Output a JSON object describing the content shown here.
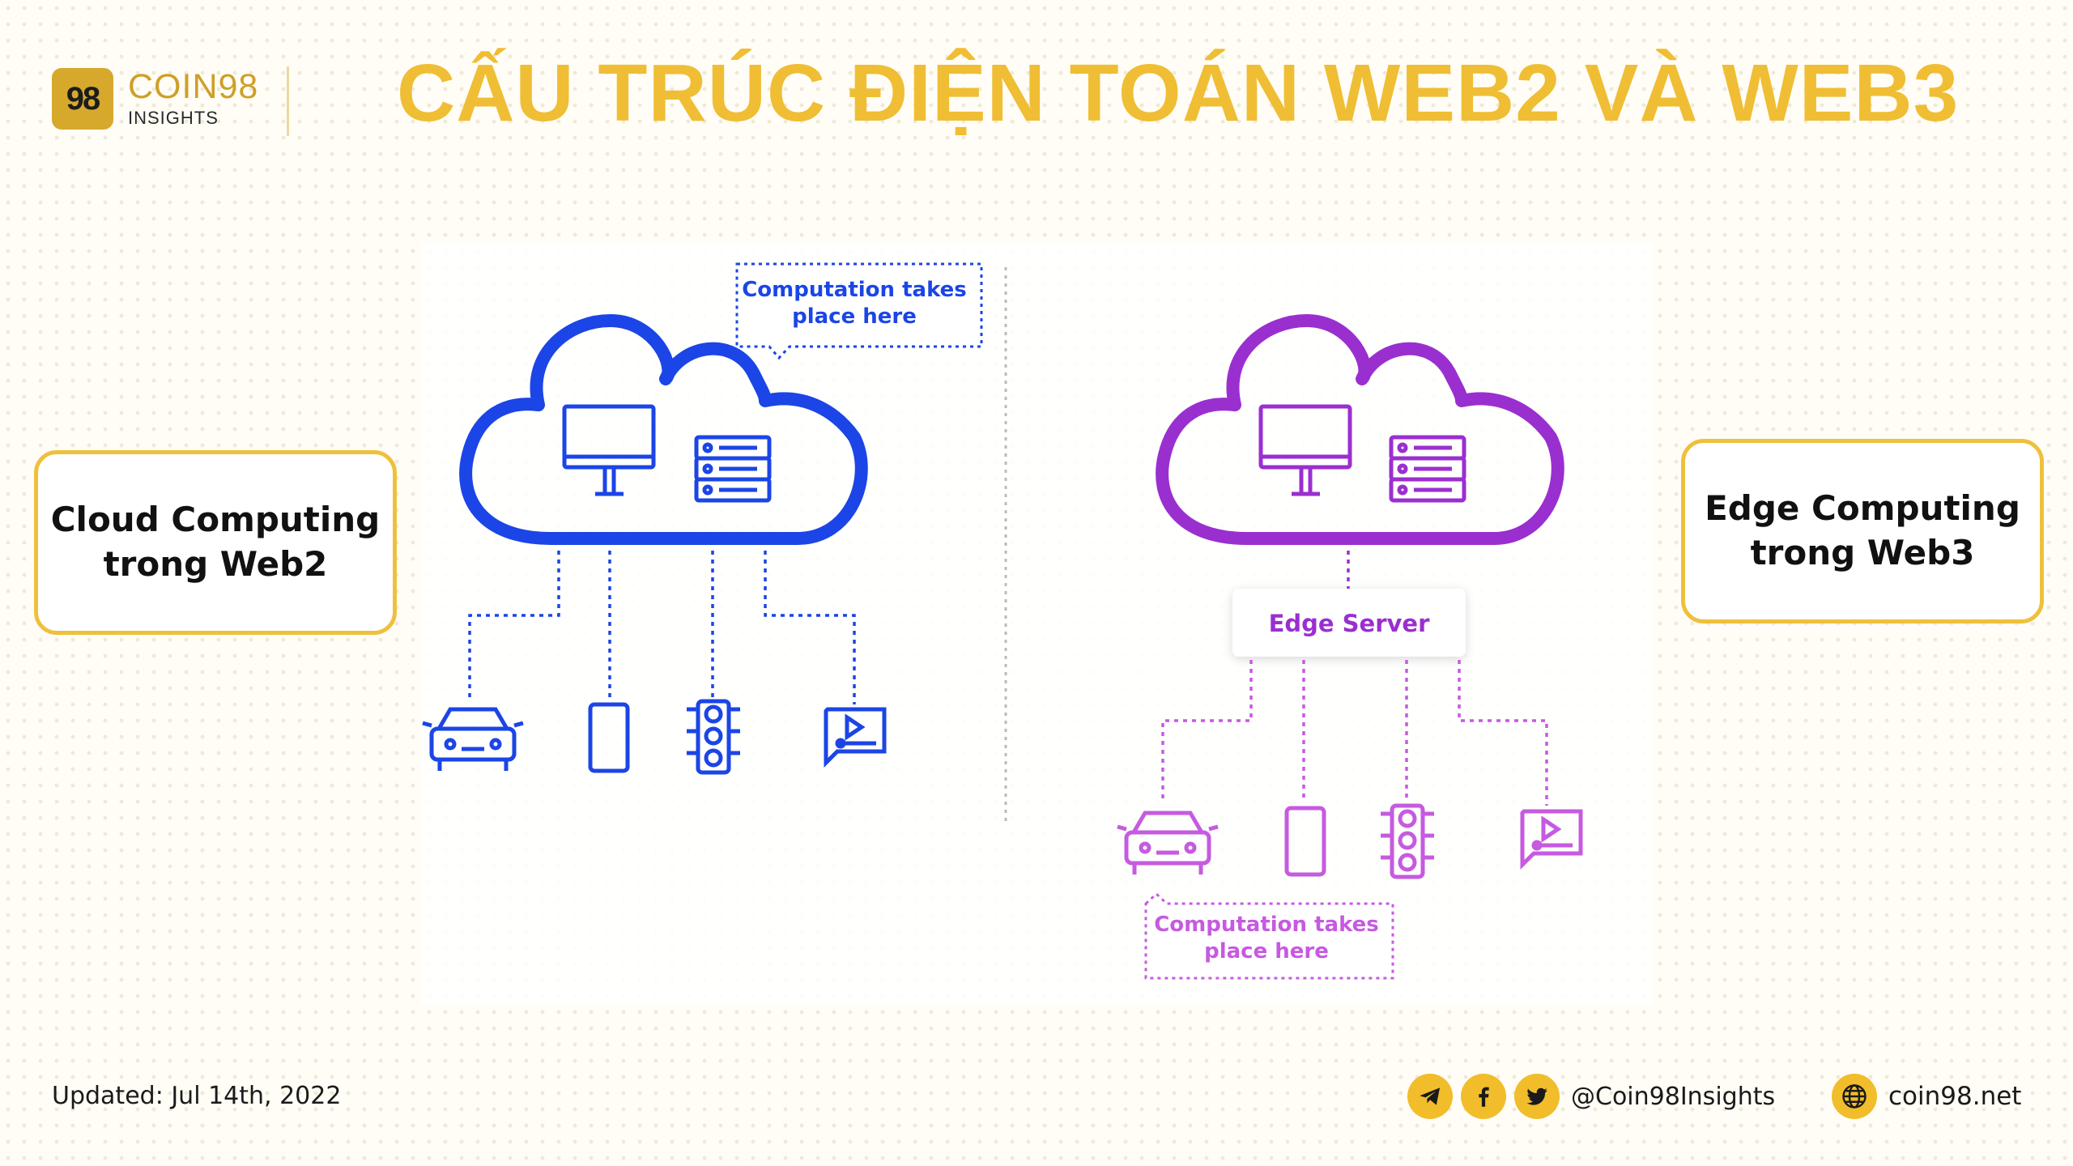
{
  "brand": {
    "mark": "98",
    "name": "COIN98",
    "sub": "INSIGHTS"
  },
  "title": "CẤU TRÚC ĐIỆN TOÁN WEB2 VÀ WEB3",
  "left_label": {
    "line1": "Cloud Computing",
    "line2": "trong Web2"
  },
  "right_label": {
    "line1": "Edge Computing",
    "line2": "trong Web3"
  },
  "web2_callout": {
    "line1": "Computation takes",
    "line2": "place here"
  },
  "web3_callout": {
    "line1": "Computation takes",
    "line2": "place here"
  },
  "edge_server": "Edge Server",
  "colors": {
    "gold": "#f0be34",
    "web2": "#1b45e6",
    "web3": "#9a2fd0",
    "web3_light": "#c65ae0"
  },
  "footer": {
    "updated": "Updated: Jul 14th, 2022",
    "handle": "@Coin98Insights",
    "site": "coin98.net",
    "icons": [
      "telegram-icon",
      "facebook-icon",
      "twitter-icon",
      "globe-icon"
    ]
  }
}
